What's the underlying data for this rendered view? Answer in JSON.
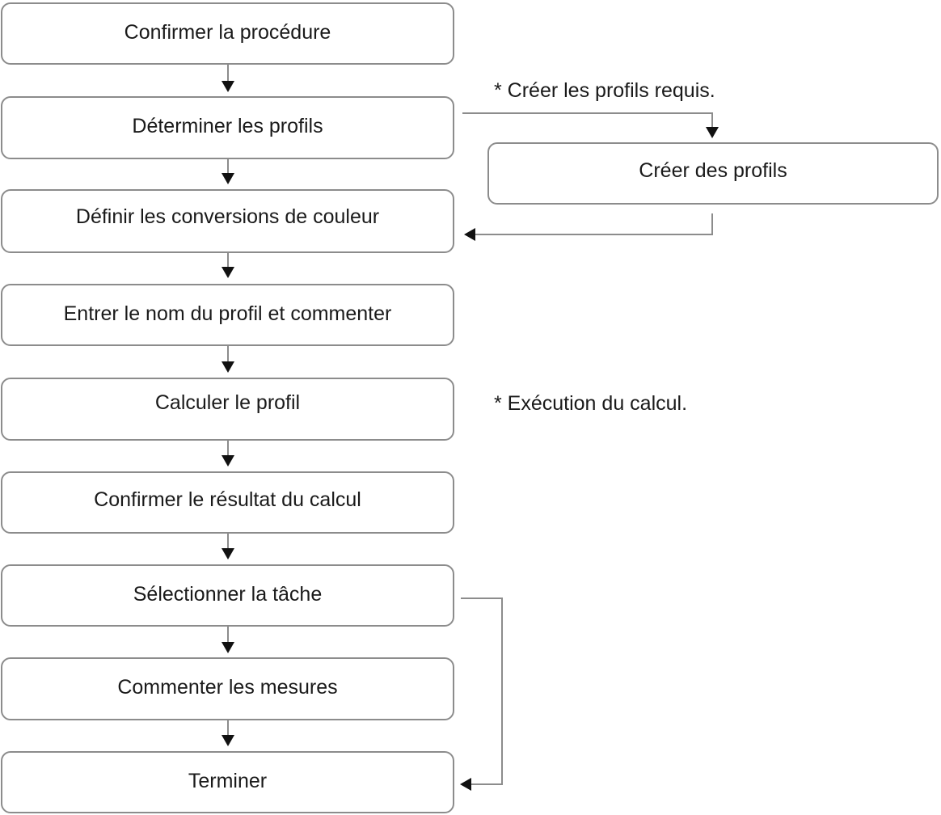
{
  "steps": {
    "confirm_procedure": "Confirmer la procédure",
    "determine_profiles": "Déterminer les profils",
    "define_conversions": "Définir les conversions de couleur",
    "enter_name": "Entrer le nom du profil et commenter",
    "calculate_profile": "Calculer le profil",
    "confirm_result": "Confirmer le résultat du calcul",
    "select_task": "Sélectionner la tâche",
    "comment_measures": "Commenter les mesures",
    "finish": "Terminer"
  },
  "side_steps": {
    "create_profiles": "Créer des profils"
  },
  "notes": {
    "create_required": "* Créer les profils requis.",
    "calc_execution": "* Exécution du calcul."
  },
  "colors": {
    "box_border": "#8c8c8c",
    "line": "#8c8c8c",
    "arrowhead": "#111111",
    "text": "#1a1a1a"
  }
}
